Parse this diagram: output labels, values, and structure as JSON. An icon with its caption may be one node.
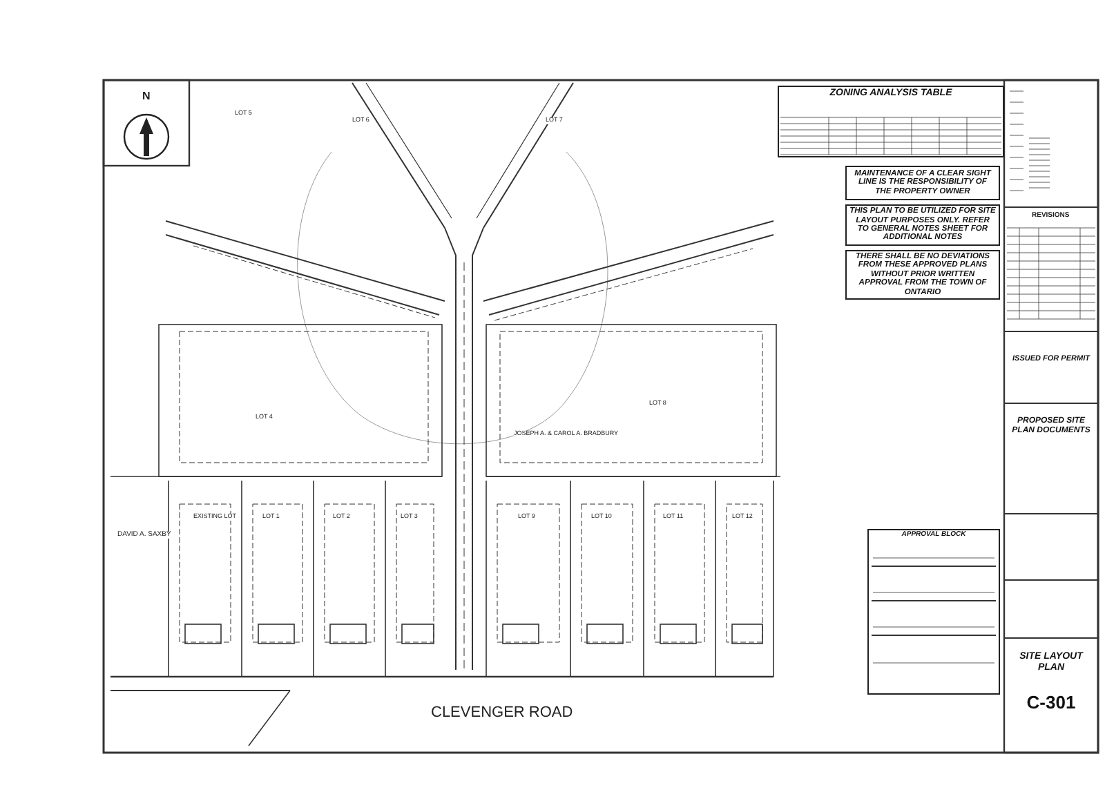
{
  "diagram": {
    "nodes": [
      {
        "text": [
          "ZONING ANALYSIS TABLE"
        ]
      },
      {
        "text": [
          "MAINTENANCE OF A CLEAR SIGHT LINE IS THE RESPONSIBILITY OF THE PROPERTY OWNER"
        ]
      },
      {
        "text": [
          "THIS PLAN TO BE UTILIZED FOR SITE LAYOUT PURPOSES ONLY. REFER TO GENERAL NOTES SHEET FOR ADDITIONAL NOTES"
        ]
      },
      {
        "text": [
          "THERE SHALL BE NO DEVIATIONS FROM THESE APPROVED PLANS WITHOUT PRIOR WRITTEN APPROVAL FROM THE TOWN OF ONTARIO"
        ]
      },
      {
        "text": [
          "APPROVAL BLOCK"
        ]
      },
      {
        "text": [
          "ISSUED FOR PERMIT"
        ]
      },
      {
        "text": [
          "PROPOSED SITE PLAN DOCUMENTS"
        ]
      },
      {
        "text": [
          "SITE LAYOUT PLAN"
        ]
      },
      {
        "text": [
          "C-301"
        ]
      }
    ],
    "labels": [
      "N",
      "REVISIONS",
      "LOT 5",
      "LOT 6",
      "LOT 7",
      "LOT 4",
      "LOT 8",
      "JOSEPH A. & CAROL A. BRADBURY",
      "DAVID A. SAXBY",
      "EXISTING LOT",
      "LOT 1",
      "LOT 2",
      "LOT 3",
      "LOT 9",
      "LOT 10",
      "LOT 11",
      "LOT 12",
      "CLEVENGER ROAD"
    ]
  }
}
